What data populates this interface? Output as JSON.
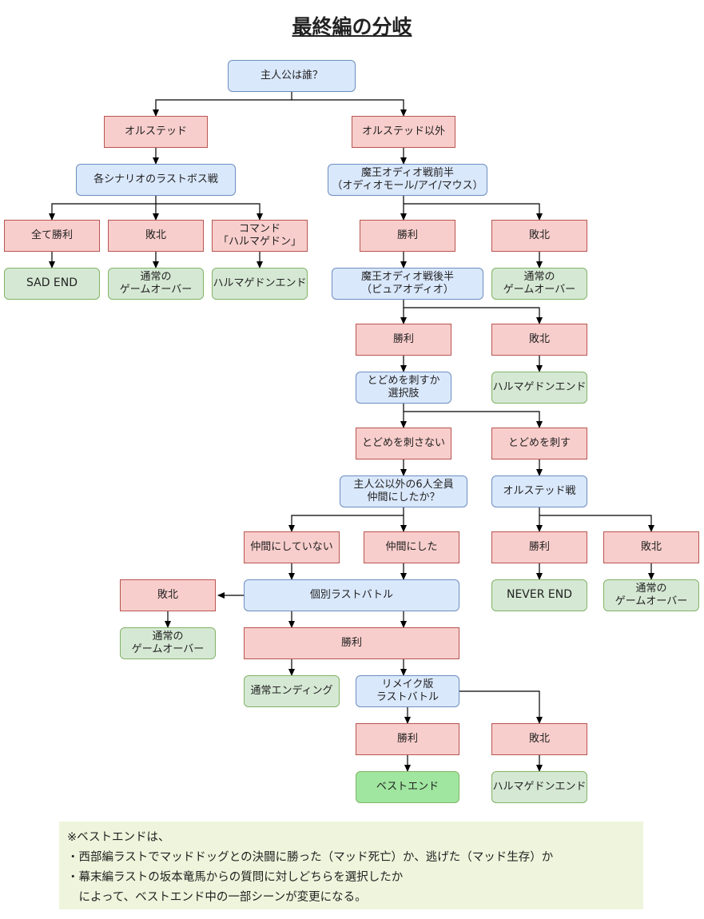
{
  "title": "最終編の分岐",
  "nodes": {
    "n1": "主人公は誰？",
    "n2": "オルステッド",
    "n3": "オルステッド以外",
    "n4": "各シナリオのラストボス戦",
    "n5": "魔王オディオ戦前半\n（オディオモール/アイ/マウス）",
    "n6": "全て勝利",
    "n7": "敗北",
    "n8": "コマンド\n「ハルマゲドン」",
    "n9": "勝利",
    "n10": "敗北",
    "n11": "SAD END",
    "n12": "通常の\nゲームオーバー",
    "n13": "ハルマゲドンエンド",
    "n14": "魔王オディオ戦後半\n（ピュアオディオ）",
    "n15": "通常の\nゲームオーバー",
    "n16": "勝利",
    "n17": "敗北",
    "n18": "とどめを刺すか\n選択肢",
    "n19": "ハルマゲドンエンド",
    "n20": "とどめを刺さない",
    "n21": "とどめを刺す",
    "n22": "主人公以外の6人全員\n仲間にしたか？",
    "n23": "オルステッド戦",
    "n24": "仲間にしていない",
    "n25": "仲間にした",
    "n26": "勝利",
    "n27": "敗北",
    "n28": "敗北",
    "n29": "個別ラストバトル",
    "n30": "NEVER END",
    "n31": "通常の\nゲームオーバー",
    "n32": "通常の\nゲームオーバー",
    "n33": "勝利",
    "n34": "通常エンディング",
    "n35": "リメイク版\nラストバトル",
    "n36": "勝利",
    "n37": "敗北",
    "n38": "ベストエンド",
    "n39": "ハルマゲドンエンド"
  },
  "note": {
    "line1": "※ベストエンドは、",
    "line2": "・西部編ラストでマッドドッグとの決闘に勝った（マッド死亡）か、逃げた（マッド生存）か",
    "line3": "・幕末編ラストの坂本竜馬からの質問に対しどちらを選択したか",
    "line4": "　によって、ベストエンド中の一部シーンが変更になる。"
  },
  "colors": {
    "question": "#dae8fc",
    "choice": "#f8cecc",
    "ending": "#d5e8d4",
    "best_ending": "#a0e6a0",
    "note_bg": "#eef5dc"
  }
}
